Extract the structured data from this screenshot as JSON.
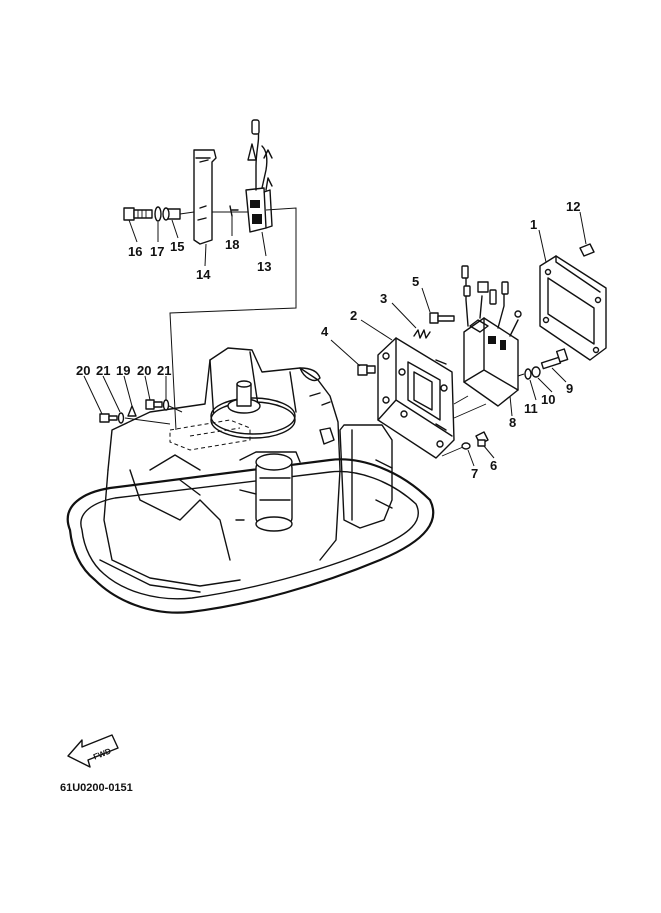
{
  "callouts": {
    "c1": "1",
    "c2": "2",
    "c3": "3",
    "c4": "4",
    "c5": "5",
    "c6": "6",
    "c7": "7",
    "c8": "8",
    "c9": "9",
    "c10": "10",
    "c11": "11",
    "c12": "12",
    "c13": "13",
    "c14": "14",
    "c15": "15",
    "c16": "16",
    "c17": "17",
    "c18": "18",
    "c19": "19",
    "c20a": "20",
    "c20b": "20",
    "c21a": "21",
    "c21b": "21"
  },
  "fwd_label": "FWD",
  "diagram_code": "61U0200-0151"
}
